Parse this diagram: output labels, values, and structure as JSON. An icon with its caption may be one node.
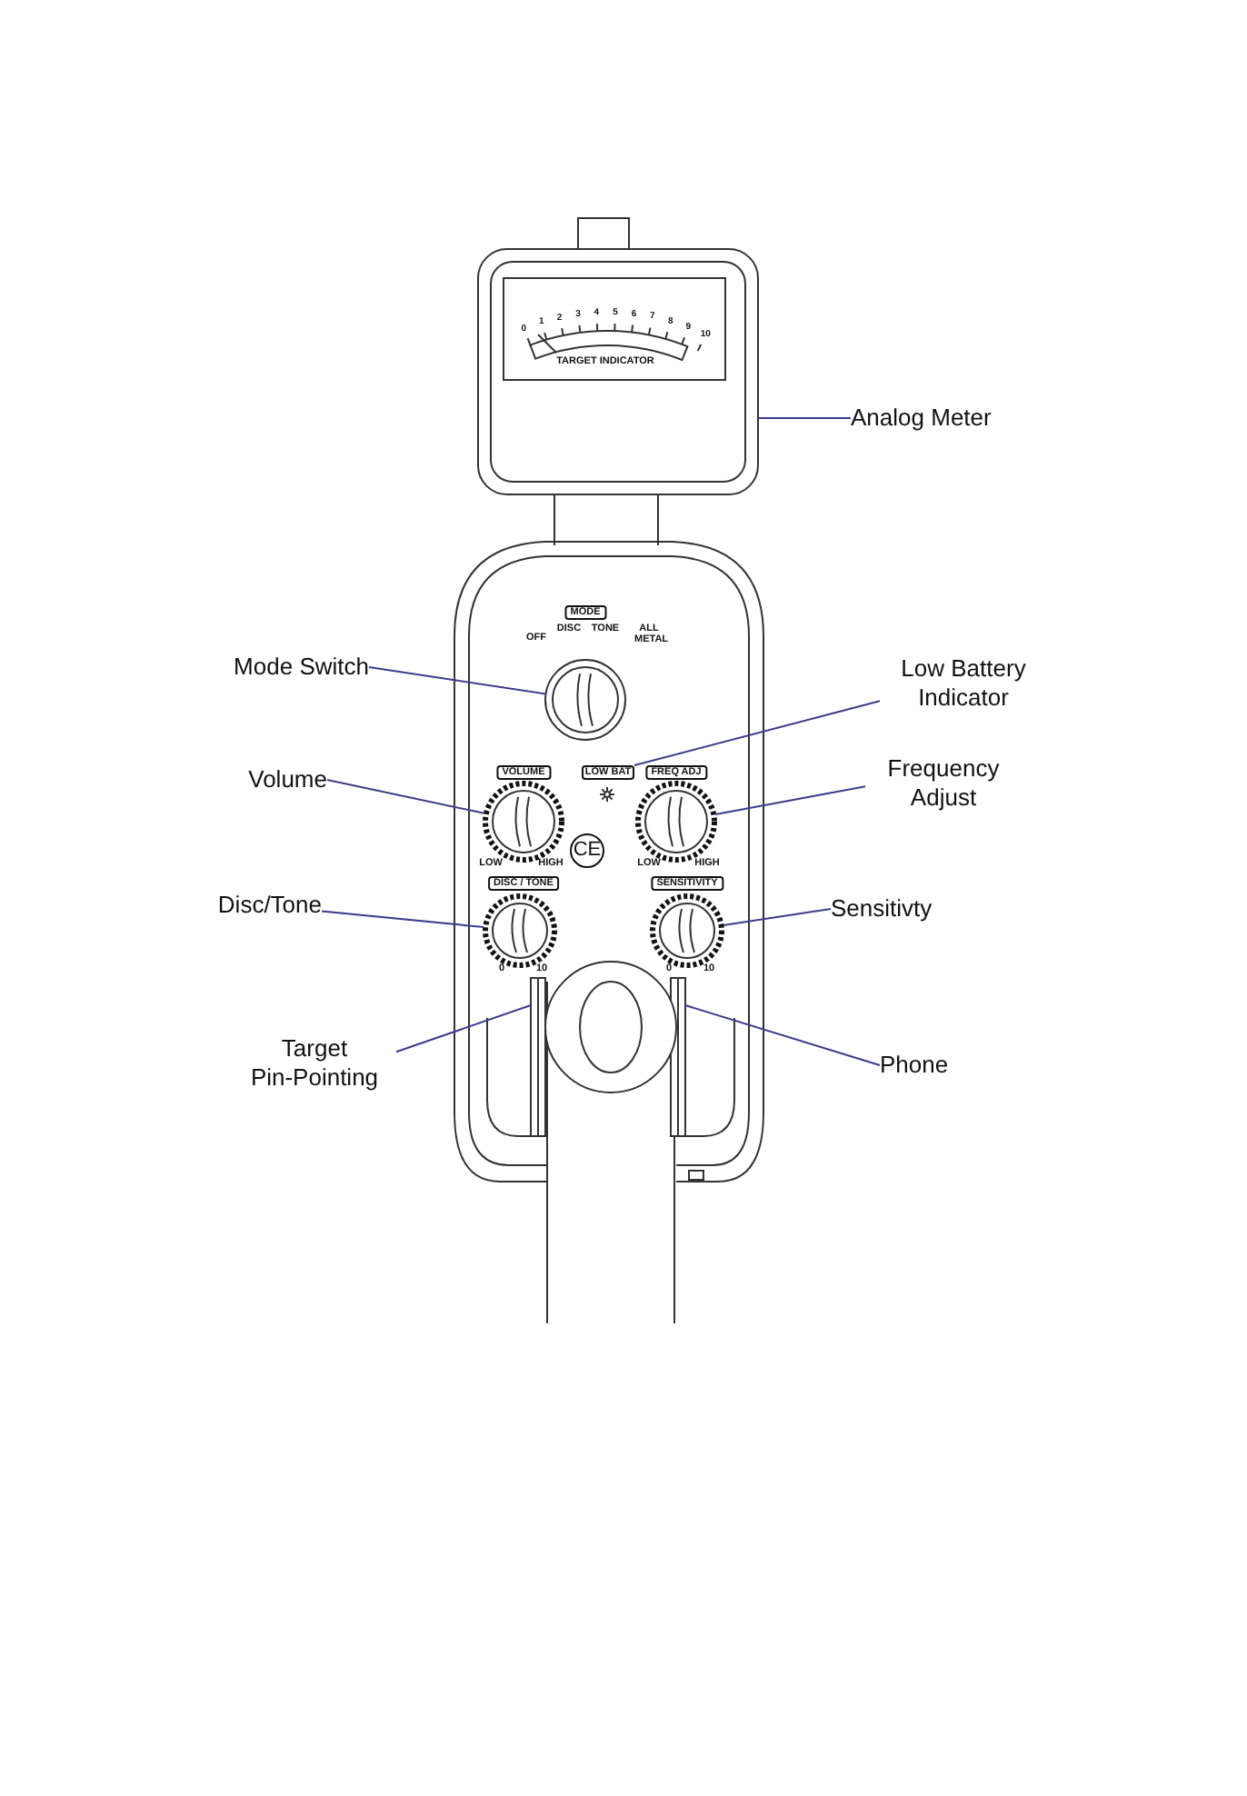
{
  "diagram": {
    "nodes": [
      {
        "text": [
          "Analog Meter"
        ]
      },
      {
        "text": [
          "Low Battery Indicator"
        ]
      },
      {
        "text": [
          "Mode Switch"
        ]
      },
      {
        "text": [
          "Volume"
        ]
      },
      {
        "text": [
          "Frequency Adjust"
        ]
      },
      {
        "text": [
          "Disc/Tone"
        ]
      },
      {
        "text": [
          "Sensitivty"
        ]
      },
      {
        "text": [
          "Target Pin-Pointing"
        ]
      },
      {
        "text": [
          "Phone"
        ]
      },
      {
        "text": [],
        "shape": "box"
      },
      {
        "text": [
          "LOW BAT"
        ]
      },
      {
        "text": [],
        "shape": "circle"
      },
      {
        "text": [],
        "shape": "circle"
      },
      {
        "text": [],
        "shape": "circle"
      },
      {
        "text": [],
        "shape": "circle"
      },
      {
        "text": [],
        "shape": "circle"
      },
      {
        "text": [],
        "shape": "bar"
      },
      {
        "text": [],
        "shape": "bar"
      }
    ],
    "edges": [
      {
        "from": 0,
        "to": 9,
        "arrow": "none"
      },
      {
        "from": 1,
        "to": 10,
        "arrow": "none"
      },
      {
        "from": 2,
        "to": 11,
        "arrow": "none"
      },
      {
        "from": 3,
        "to": 12,
        "arrow": "none"
      },
      {
        "from": 4,
        "to": 13,
        "arrow": "none"
      },
      {
        "from": 5,
        "to": 14,
        "arrow": "none"
      },
      {
        "from": 6,
        "to": 15,
        "arrow": "none"
      },
      {
        "from": 7,
        "to": 16,
        "arrow": "none"
      },
      {
        "from": 8,
        "to": 17,
        "arrow": "none"
      }
    ],
    "labels": [
      "0",
      "1",
      "2",
      "3",
      "4",
      "5",
      "6",
      "7",
      "8",
      "9",
      "10",
      "TARGET INDICATOR",
      "MODE",
      "OFF",
      "DISC",
      "TONE",
      "ALL METAL",
      "VOLUME",
      "FREQ ADJ",
      "LOW",
      "HIGH",
      "CE",
      "LOW",
      "HIGH",
      "DISC / TONE",
      "SENSITIVITY",
      "0",
      "10",
      "0",
      "10"
    ]
  }
}
